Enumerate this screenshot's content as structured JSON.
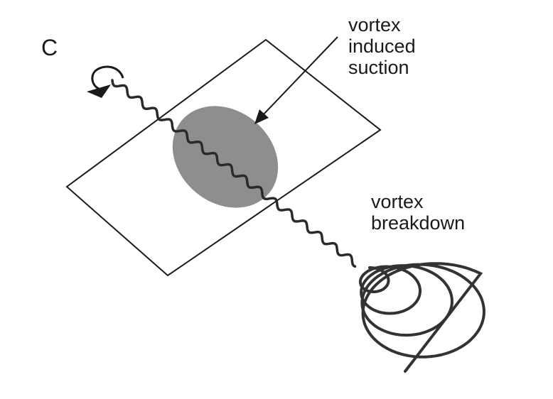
{
  "panel_label": "C",
  "annotations": {
    "suction": [
      "vortex",
      "induced",
      "suction"
    ],
    "breakdown": [
      "vortex",
      "breakdown"
    ]
  },
  "colors": {
    "line": "#1a1a1a",
    "suction_region": "#8e8e8e",
    "background": "#ffffff"
  }
}
